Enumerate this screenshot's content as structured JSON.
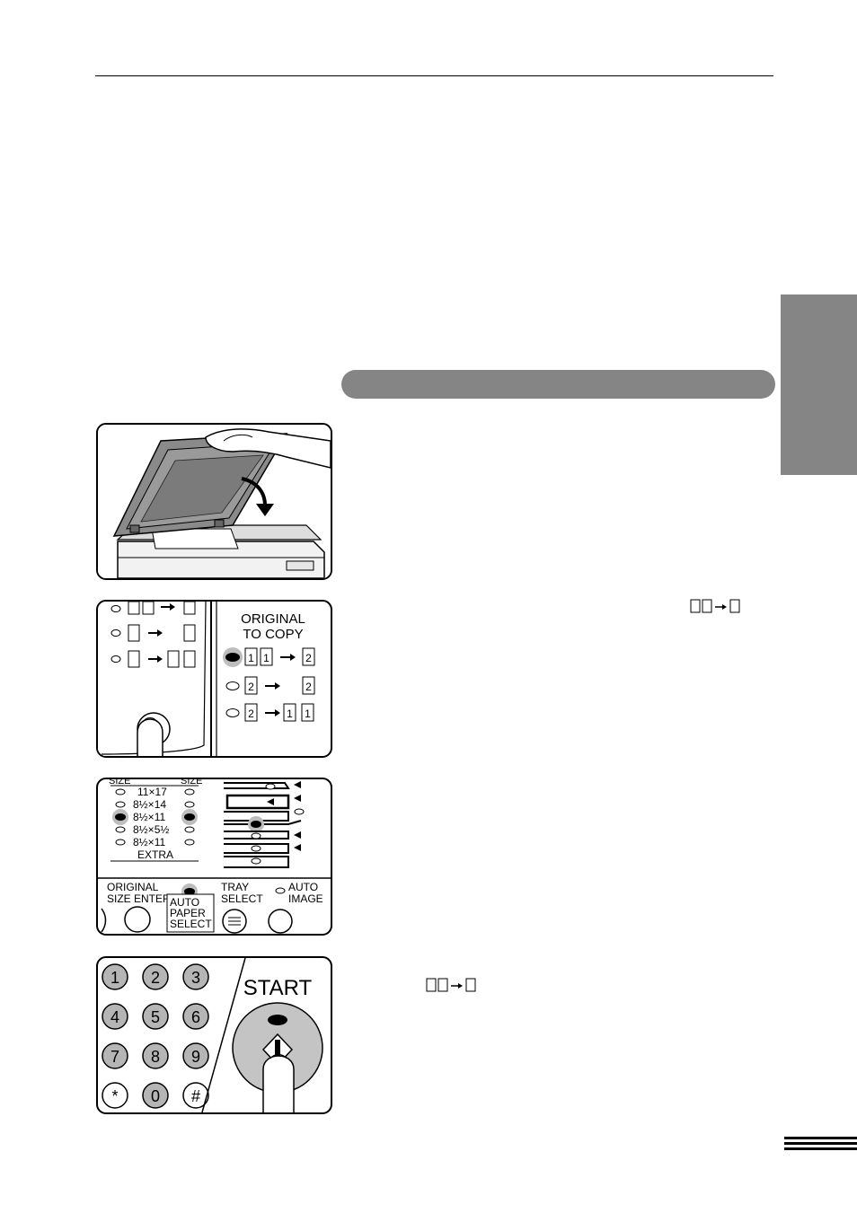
{
  "colors": {
    "tab_gray": "#858585",
    "indicator_gray": "#bdbdbd",
    "key_gray": "#b5b5b5"
  },
  "panel_original_to_copy": {
    "title_line1": "ORIGINAL",
    "title_line2": "TO COPY",
    "mode_icons": [
      "one-sided-to-two-sided-icon",
      "two-sided-to-two-sided-icon",
      "two-sided-to-one-sided-icon"
    ],
    "selected_mode": "one-sided-to-two-sided-icon",
    "page_digit_1": "1",
    "page_digit_2": "2"
  },
  "panel_paper": {
    "size_header_left": "SIZE",
    "size_header_right": "SIZE",
    "sizes": [
      "11×17",
      "8½×14",
      "8½×11",
      "8½×5½",
      "8½×11",
      "EXTRA"
    ],
    "selected_size": "8½×11",
    "original_size_enter_line1": "ORIGINAL",
    "original_size_enter_line2": "SIZE ENTER",
    "auto_paper_select_line1": "AUTO",
    "auto_paper_select_line2": "PAPER",
    "auto_paper_select_line3": "SELECT",
    "tray_select_line1": "TRAY",
    "tray_select_line2": "SELECT",
    "auto_image_line1": "AUTO",
    "auto_image_line2": "IMAGE"
  },
  "panel_keypad": {
    "keys": [
      "1",
      "2",
      "3",
      "4",
      "5",
      "6",
      "7",
      "8",
      "9",
      "*",
      "0",
      "#"
    ],
    "start_label": "START"
  },
  "icons": [
    "duplex-mode-icon",
    "finger-press-icon",
    "document-cover-icon",
    "arrow-icon"
  ]
}
